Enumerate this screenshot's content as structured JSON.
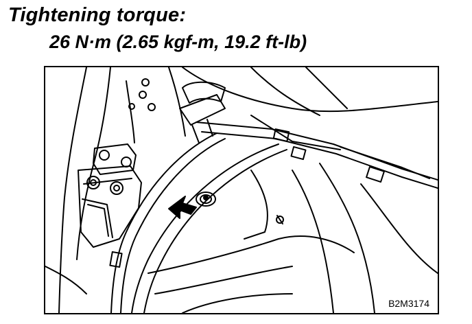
{
  "torque": {
    "label": "Tightening torque:",
    "value": "26 N·m (2.65 kgf-m, 19.2 ft-lb)"
  },
  "figure": {
    "code": "B2M3174"
  }
}
